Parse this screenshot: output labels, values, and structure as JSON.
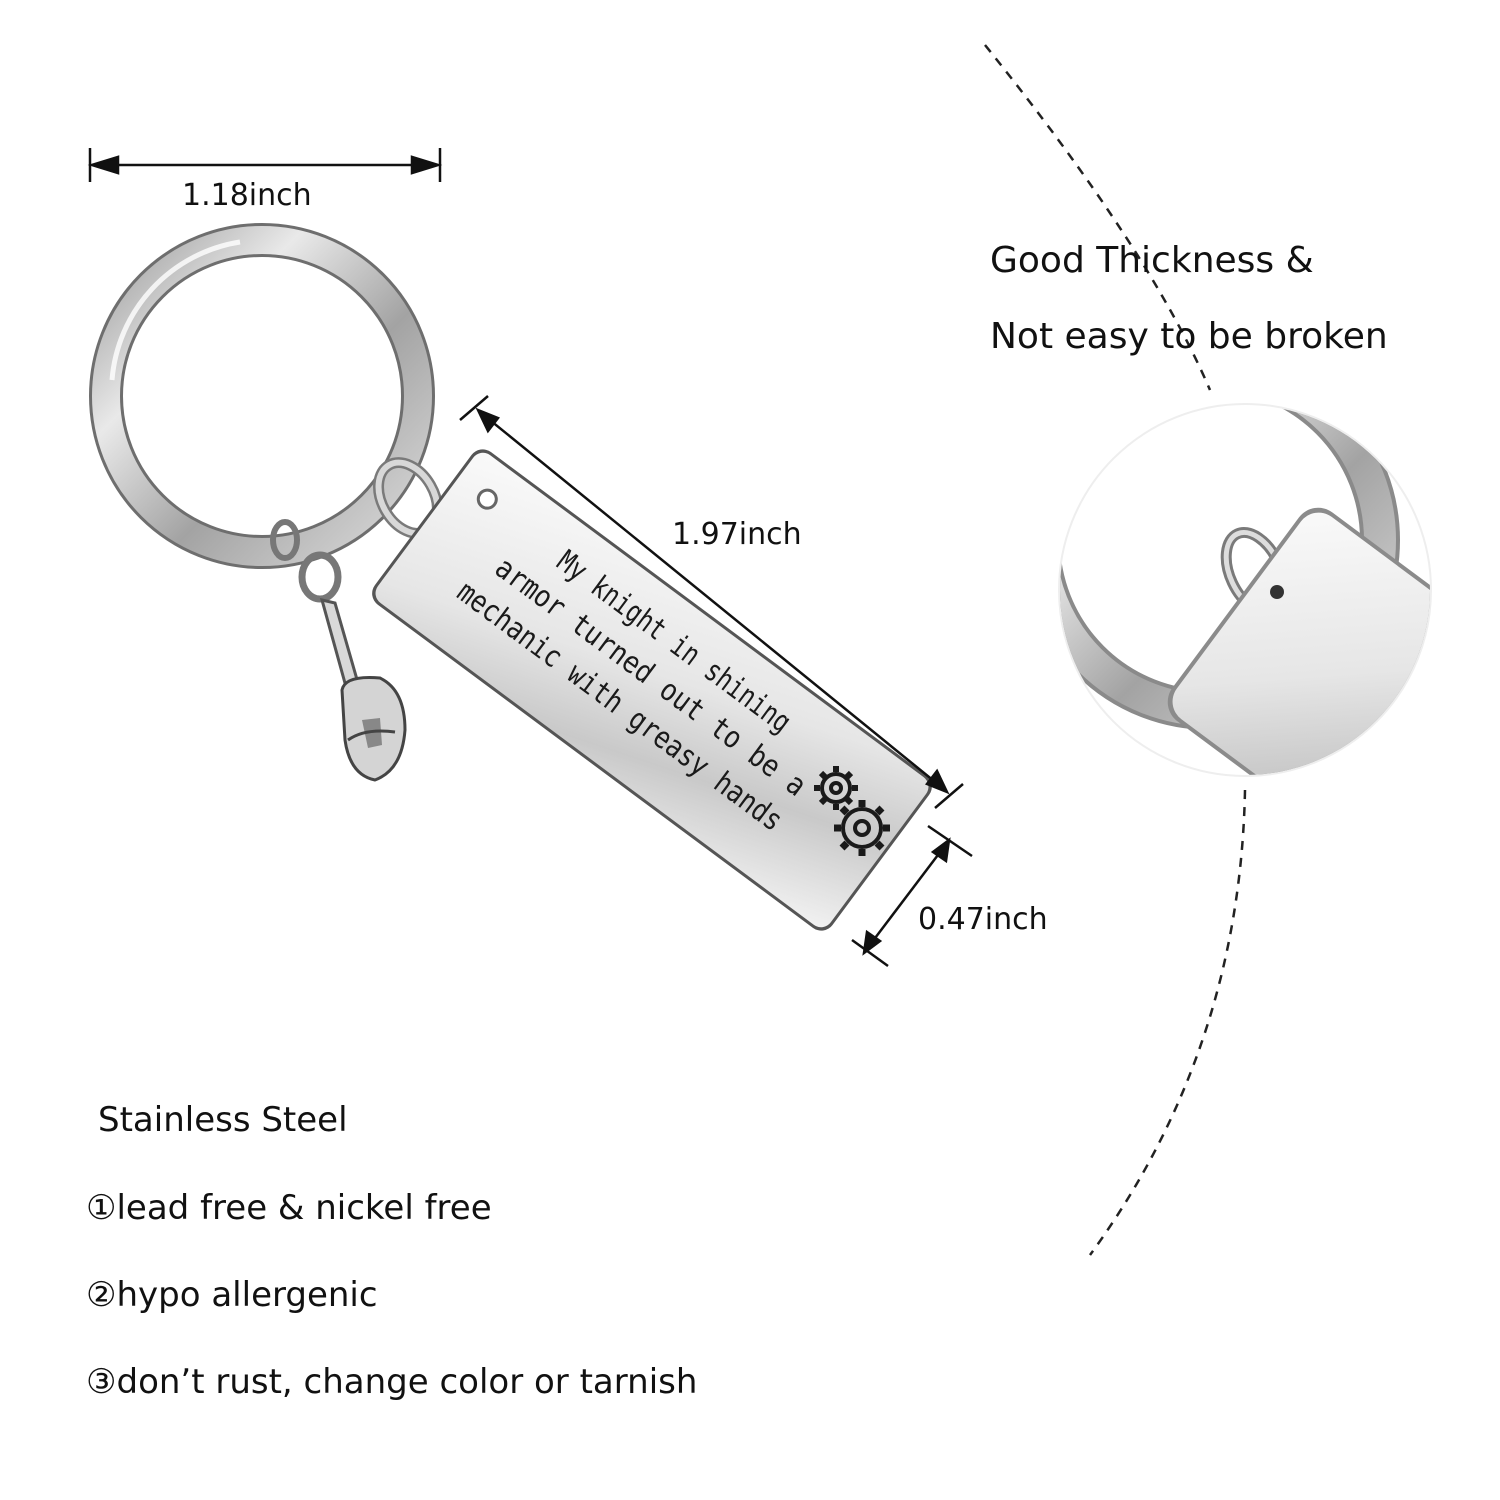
{
  "dimensions": {
    "width": "1.18inch",
    "length": "1.97inch",
    "height": "0.47inch"
  },
  "tag": {
    "engraving_lines": [
      "My knight in shining",
      "armor turned out to be a",
      "mechanic with greasy hands"
    ]
  },
  "thickness_note": {
    "line1": "Good Thickness &",
    "line2": "Not easy to be broken"
  },
  "material": {
    "heading": "Stainless Steel",
    "features": [
      "①lead free & nickel free",
      "②hypo allergenic",
      "③don’t rust, change color or tarnish"
    ]
  },
  "icons": [
    "gear-icon",
    "wrench-charm-icon"
  ],
  "colors": {
    "background": "#ffffff",
    "text": "#111111",
    "steel_light": "#f4f4f4",
    "steel_dark": "#8a8a8a"
  }
}
